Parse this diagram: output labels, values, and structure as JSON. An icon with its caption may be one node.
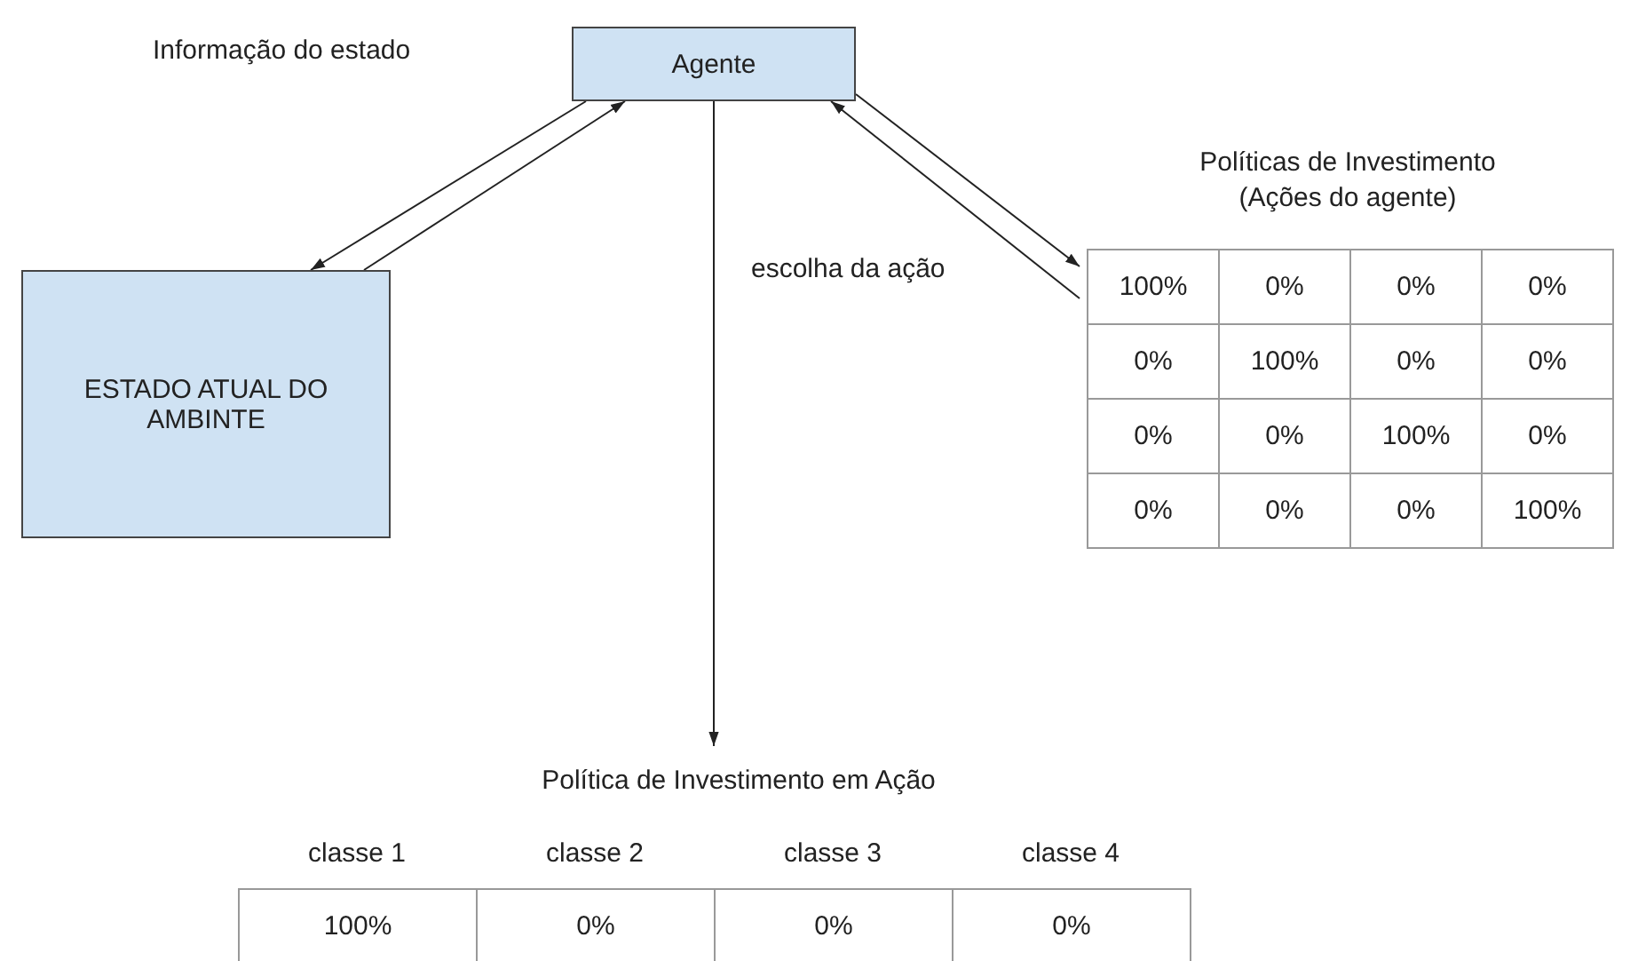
{
  "diagram": {
    "nodes": [
      {
        "text": [
          "Agente"
        ]
      },
      {
        "text": [
          "ESTADO ATUAL DO AMBINTE"
        ]
      },
      {
        "text": [
          "Políticas de Investimento (Ações do agente)"
        ]
      },
      {
        "text": [
          "100%"
        ],
        "in": 2
      },
      {
        "text": [
          "0%"
        ],
        "in": 2
      },
      {
        "text": [
          "0%"
        ],
        "in": 2
      },
      {
        "text": [
          "0%"
        ],
        "in": 2
      },
      {
        "text": [
          "0%"
        ],
        "in": 2
      },
      {
        "text": [
          "100%"
        ],
        "in": 2
      },
      {
        "text": [
          "0%"
        ],
        "in": 2
      },
      {
        "text": [
          "0%"
        ],
        "in": 2
      },
      {
        "text": [
          "0%"
        ],
        "in": 2
      },
      {
        "text": [
          "0%"
        ],
        "in": 2
      },
      {
        "text": [
          "100%"
        ],
        "in": 2
      },
      {
        "text": [
          "0%"
        ],
        "in": 2
      },
      {
        "text": [
          "0%"
        ],
        "in": 2
      },
      {
        "text": [
          "0%"
        ],
        "in": 2
      },
      {
        "text": [
          "0%"
        ],
        "in": 2
      },
      {
        "text": [
          "100%"
        ],
        "in": 2
      },
      {
        "text": [
          "Política de Investimento em Ação"
        ]
      },
      {
        "text": [
          "classe 1"
        ],
        "in": 19
      },
      {
        "text": [
          "classe 2"
        ],
        "in": 19
      },
      {
        "text": [
          "classe 3"
        ],
        "in": 19
      },
      {
        "text": [
          "classe 4"
        ],
        "in": 19
      },
      {
        "text": [
          "100%"
        ],
        "in": 19
      },
      {
        "text": [
          "0%"
        ],
        "in": 19
      },
      {
        "text": [
          "0%"
        ],
        "in": 19
      },
      {
        "text": [
          "0%"
        ],
        "in": 19
      }
    ],
    "edges": [
      {
        "from": 0,
        "to": 1,
        "arrow": "to"
      },
      {
        "from": 1,
        "to": 0,
        "arrow": "to"
      },
      {
        "from": 0,
        "to": 2,
        "arrow": "to"
      },
      {
        "from": 2,
        "to": 0,
        "arrow": "to"
      },
      {
        "from": 0,
        "to": 19,
        "arrow": "to"
      }
    ],
    "labels": [
      "Informação do estado",
      "escolha da ação"
    ]
  }
}
